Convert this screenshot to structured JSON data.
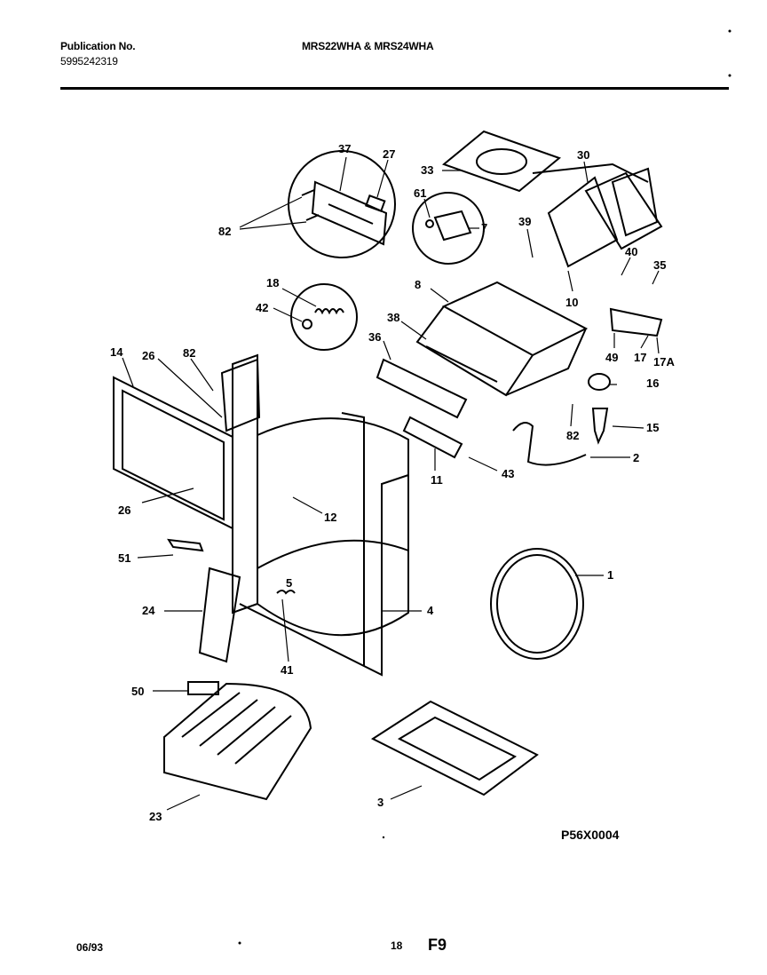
{
  "header": {
    "publication_label": "Publication No.",
    "publication_number": "5995242319",
    "model": "MRS22WHA & MRS24WHA"
  },
  "diagram": {
    "figure_code": "P56X0004",
    "callouts": [
      {
        "id": "c37",
        "text": "37"
      },
      {
        "id": "c27",
        "text": "27"
      },
      {
        "id": "c33",
        "text": "33"
      },
      {
        "id": "c30",
        "text": "30"
      },
      {
        "id": "c61",
        "text": "61"
      },
      {
        "id": "c7",
        "text": "7"
      },
      {
        "id": "c39",
        "text": "39"
      },
      {
        "id": "c82a",
        "text": "82"
      },
      {
        "id": "c40",
        "text": "40"
      },
      {
        "id": "c35",
        "text": "35"
      },
      {
        "id": "c8",
        "text": "8"
      },
      {
        "id": "c10",
        "text": "10"
      },
      {
        "id": "c18",
        "text": "18"
      },
      {
        "id": "c42",
        "text": "42"
      },
      {
        "id": "c38",
        "text": "38"
      },
      {
        "id": "c36",
        "text": "36"
      },
      {
        "id": "c49",
        "text": "49"
      },
      {
        "id": "c17",
        "text": "17"
      },
      {
        "id": "c17a",
        "text": "17A"
      },
      {
        "id": "c14",
        "text": "14"
      },
      {
        "id": "c26a",
        "text": "26"
      },
      {
        "id": "c82b",
        "text": "82"
      },
      {
        "id": "c16",
        "text": "16"
      },
      {
        "id": "c82c",
        "text": "82"
      },
      {
        "id": "c15",
        "text": "15"
      },
      {
        "id": "c2",
        "text": "2"
      },
      {
        "id": "c11",
        "text": "11"
      },
      {
        "id": "c43",
        "text": "43"
      },
      {
        "id": "c12",
        "text": "12"
      },
      {
        "id": "c26b",
        "text": "26"
      },
      {
        "id": "c51",
        "text": "51"
      },
      {
        "id": "c1",
        "text": "1"
      },
      {
        "id": "c24",
        "text": "24"
      },
      {
        "id": "c5",
        "text": "5"
      },
      {
        "id": "c4",
        "text": "4"
      },
      {
        "id": "c41",
        "text": "41"
      },
      {
        "id": "c50",
        "text": "50"
      },
      {
        "id": "c23",
        "text": "23"
      },
      {
        "id": "c3",
        "text": "3"
      }
    ]
  },
  "footer": {
    "date": "06/93",
    "page_number": "18",
    "page_code": "F9"
  }
}
